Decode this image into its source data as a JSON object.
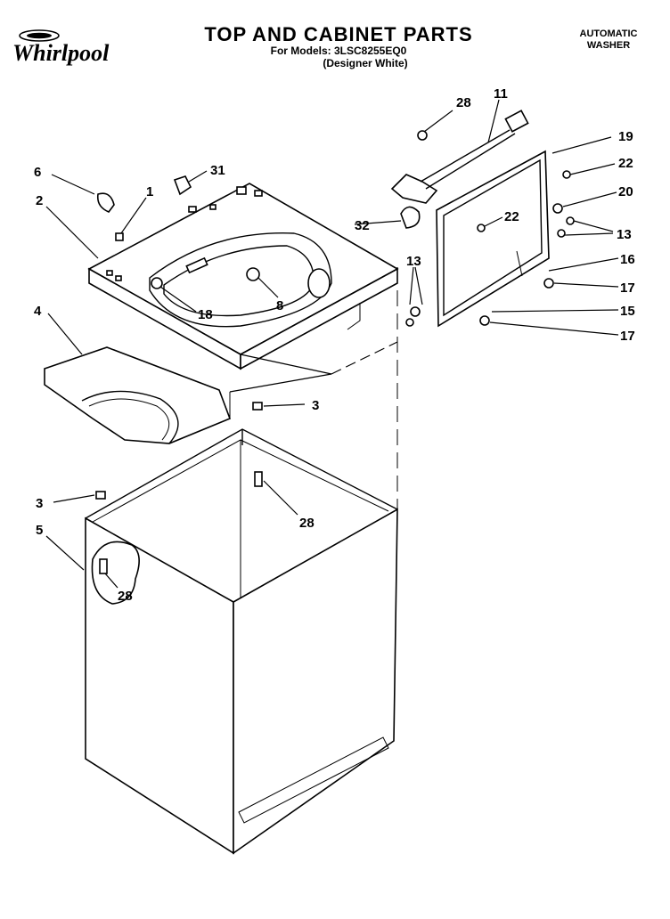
{
  "brand": {
    "logo_text": "Whirlpool"
  },
  "header": {
    "title": "TOP AND CABINET PARTS",
    "models": "For Models: 3LSC8255EQ0",
    "variant": "(Designer White)",
    "product_type_line1": "AUTOMATIC",
    "product_type_line2": "WASHER"
  },
  "callouts": [
    {
      "id": "c1",
      "label": "1"
    },
    {
      "id": "c2",
      "label": "2"
    },
    {
      "id": "c3a",
      "label": "3"
    },
    {
      "id": "c3b",
      "label": "3"
    },
    {
      "id": "c4",
      "label": "4"
    },
    {
      "id": "c5",
      "label": "5"
    },
    {
      "id": "c6",
      "label": "6"
    },
    {
      "id": "c8",
      "label": "8"
    },
    {
      "id": "c11",
      "label": "11"
    },
    {
      "id": "c13a",
      "label": "13"
    },
    {
      "id": "c13b",
      "label": "13"
    },
    {
      "id": "c15",
      "label": "15"
    },
    {
      "id": "c16",
      "label": "16"
    },
    {
      "id": "c17a",
      "label": "17"
    },
    {
      "id": "c17b",
      "label": "17"
    },
    {
      "id": "c18",
      "label": "18"
    },
    {
      "id": "c19",
      "label": "19"
    },
    {
      "id": "c20",
      "label": "20"
    },
    {
      "id": "c22a",
      "label": "22"
    },
    {
      "id": "c22b",
      "label": "22"
    },
    {
      "id": "c28a",
      "label": "28"
    },
    {
      "id": "c28b",
      "label": "28"
    },
    {
      "id": "c28c",
      "label": "28"
    },
    {
      "id": "c31",
      "label": "31"
    },
    {
      "id": "c32",
      "label": "32"
    }
  ]
}
